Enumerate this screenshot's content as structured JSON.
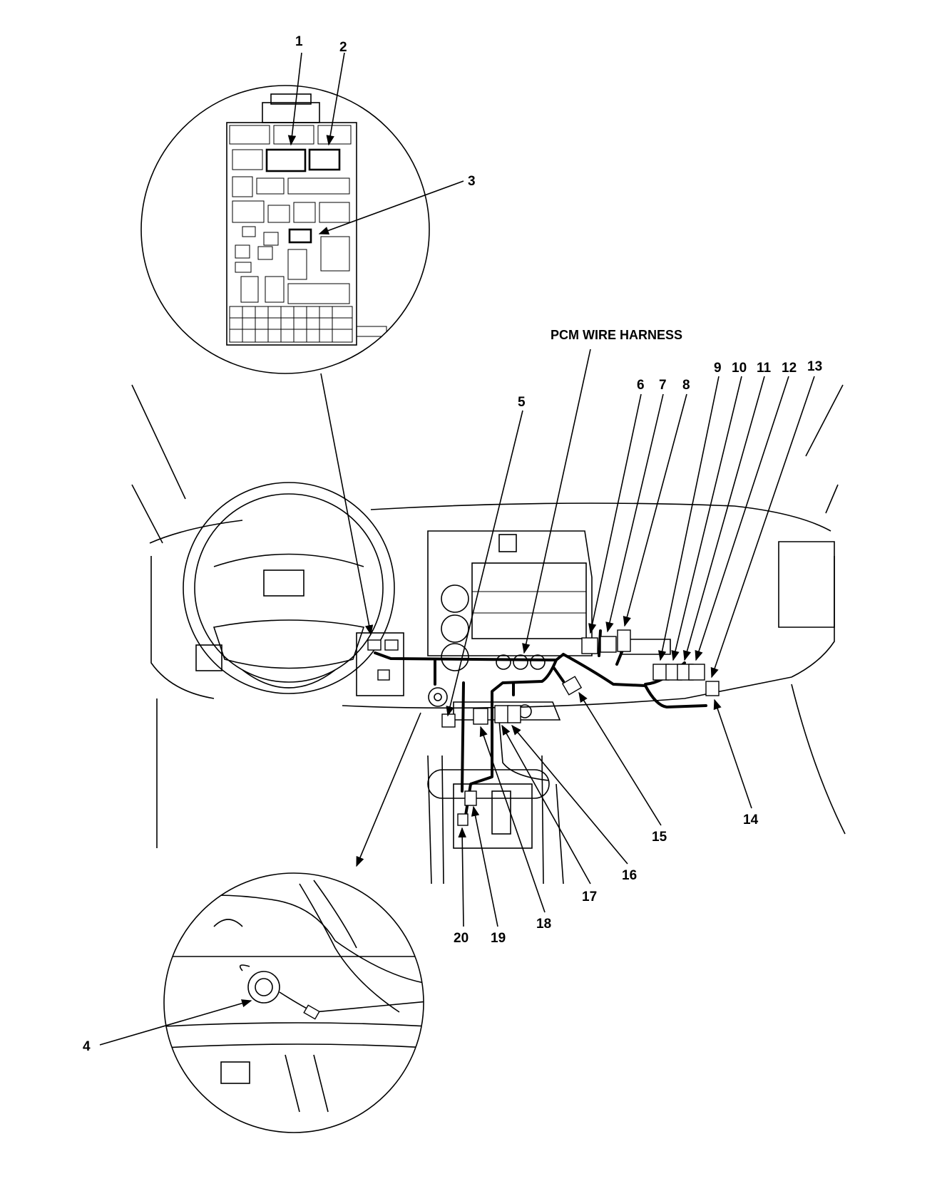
{
  "harness_label": "PCM WIRE HARNESS",
  "callouts": [
    "1",
    "2",
    "3",
    "4",
    "5",
    "6",
    "7",
    "8",
    "9",
    "10",
    "11",
    "12",
    "13",
    "14",
    "15",
    "16",
    "17",
    "18",
    "19",
    "20"
  ],
  "colors": {
    "ink": "#000000",
    "paper": "#ffffff"
  }
}
